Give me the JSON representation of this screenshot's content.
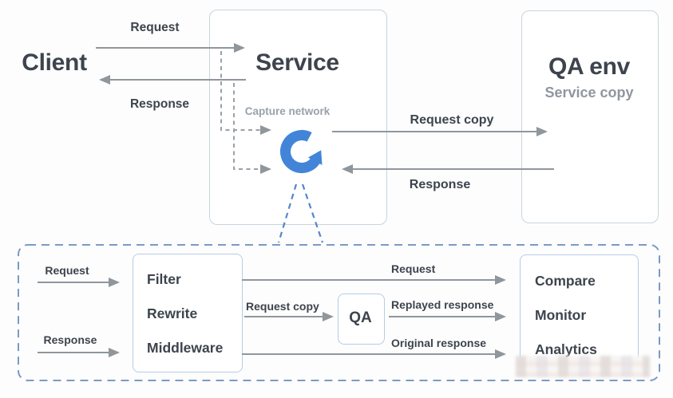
{
  "top_flow": {
    "client_label": "Client",
    "request_label": "Request",
    "response_label": "Response",
    "service_box": {
      "title": "Service",
      "capture_label": "Capture network",
      "logo_icon": "replay-circular-arrow-icon"
    },
    "request_copy_label": "Request copy",
    "response_copy_label": "Response",
    "qa_env_box": {
      "title": "QA env",
      "subtitle": "Service copy"
    }
  },
  "bottom_panel": {
    "request_in_label": "Request",
    "response_in_label": "Response",
    "pipeline_box": {
      "items": [
        "Filter",
        "Rewrite",
        "Middleware"
      ]
    },
    "request_out_label": "Request",
    "request_copy_label": "Request copy",
    "qa_box_label": "QA",
    "replayed_response_label": "Replayed response",
    "original_response_label": "Original response",
    "results_box": {
      "items": [
        "Compare",
        "Monitor",
        "Analytics"
      ]
    }
  },
  "colors": {
    "logo_blue": "#4285d8",
    "arrow_gray": "#8f969c",
    "text_dark": "#3d444d",
    "text_muted": "#99a1a9",
    "box_border_light": "#c9d4dc",
    "box_border_blue": "#b5cce6",
    "panel_dash_blue": "#7a9ac6",
    "callout_dash_blue": "#5585cd"
  }
}
